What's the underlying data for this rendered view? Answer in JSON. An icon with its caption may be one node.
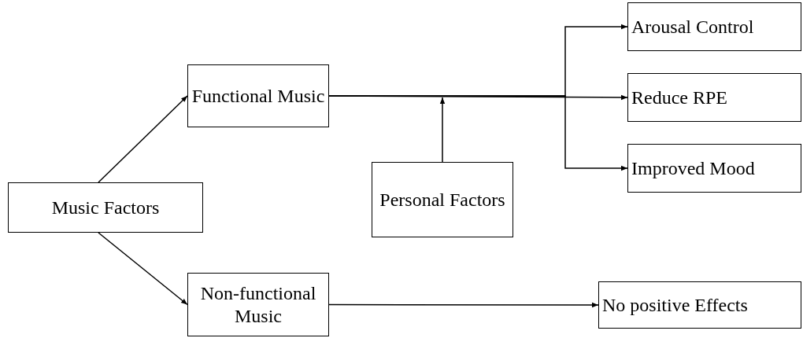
{
  "diagram": {
    "nodes": [
      {
        "text": [
          "Music Factors"
        ]
      },
      {
        "text": [
          "Functional Music"
        ]
      },
      {
        "text": [
          "Non-functional Music"
        ]
      },
      {
        "text": [
          "Personal Factors"
        ]
      },
      {
        "text": [
          "Arousal Control"
        ]
      },
      {
        "text": [
          "Reduce RPE"
        ]
      },
      {
        "text": [
          "Improved Mood"
        ]
      },
      {
        "text": [
          "No positive Effects"
        ]
      }
    ],
    "edges": [
      {
        "from": 0,
        "to": 1,
        "arrow": "to"
      },
      {
        "from": 0,
        "to": 2,
        "arrow": "to"
      },
      {
        "from": 1,
        "to": 4,
        "arrow": "to"
      },
      {
        "from": 1,
        "to": 5,
        "arrow": "to"
      },
      {
        "from": 1,
        "to": 6,
        "arrow": "to"
      },
      {
        "from": 3,
        "to": null,
        "arrow": "to"
      },
      {
        "from": 2,
        "to": 7,
        "arrow": "to"
      }
    ]
  }
}
